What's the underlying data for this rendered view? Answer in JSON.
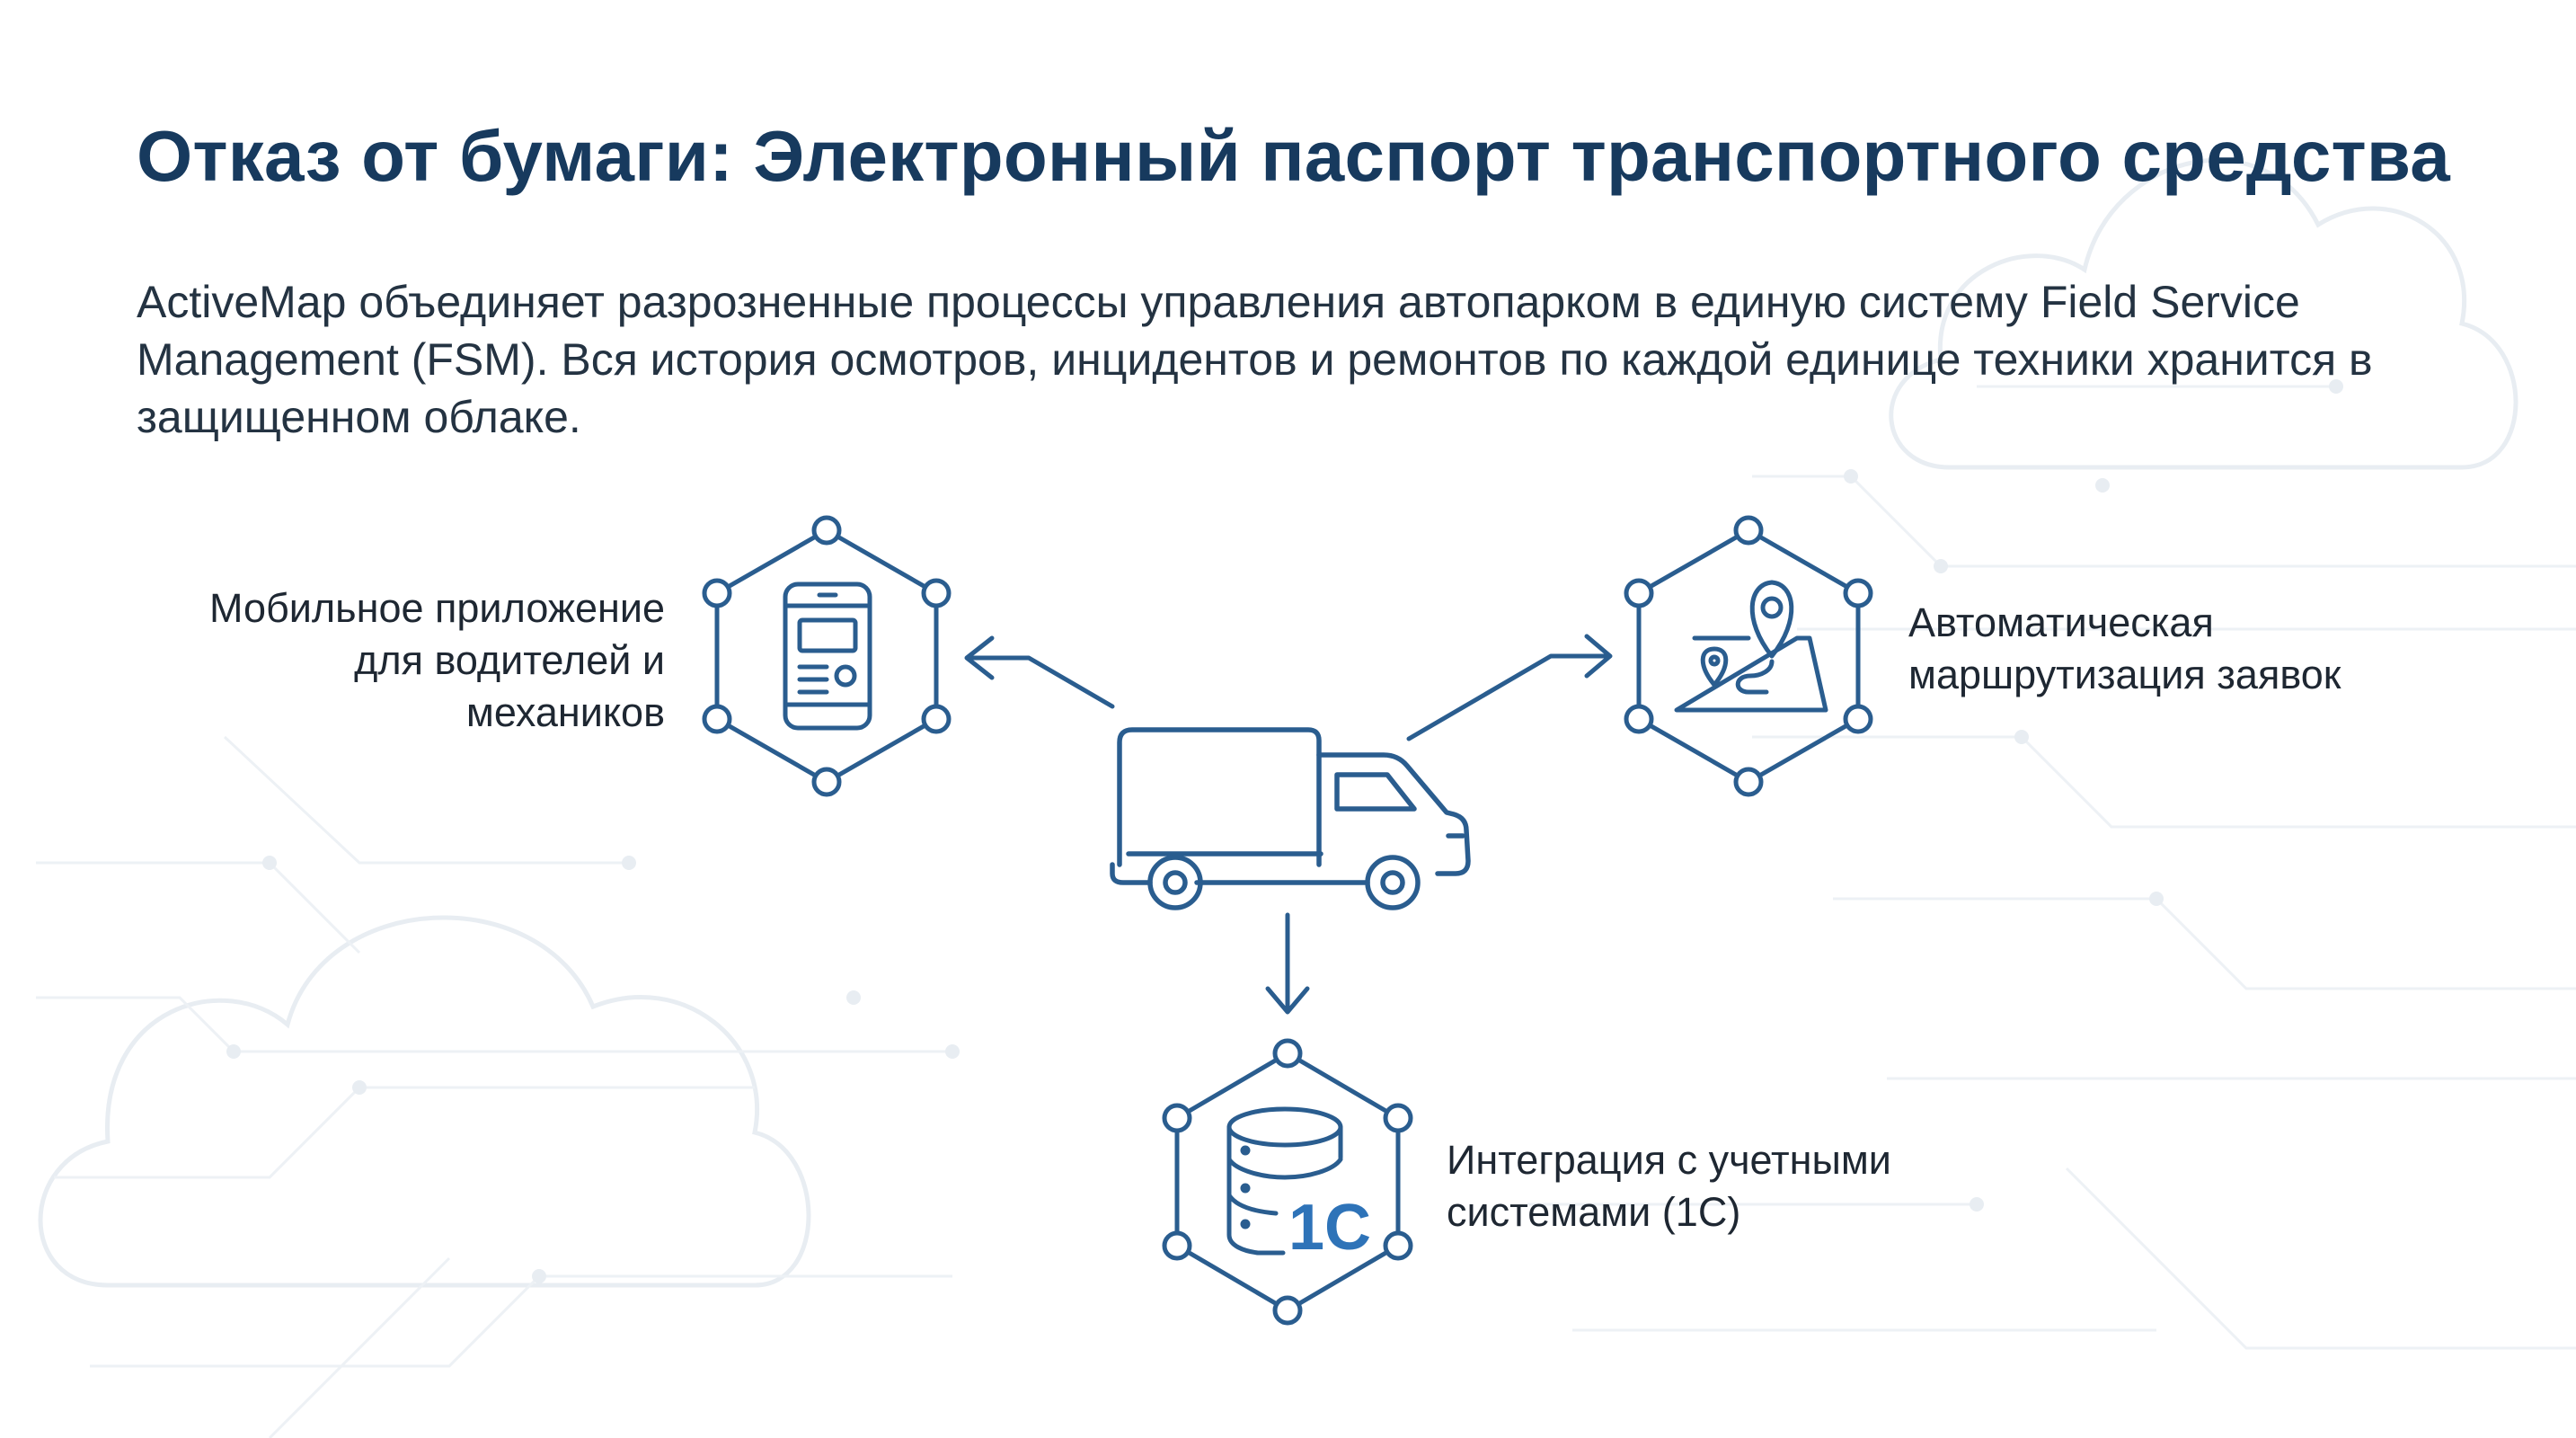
{
  "slide": {
    "title": "Отказ от бумаги: Электронный паспорт транспортного средства",
    "intro": "ActiveMap объединяет разрозненные процессы управления автопарком в единую систему Field Service Management (FSM). Вся история осмотров, инцидентов и ремонтов по каждой единице техники хранится в защищенном облаке."
  },
  "diagram": {
    "center": {
      "icon": "truck-icon"
    },
    "nodes": [
      {
        "id": "mobile",
        "icon": "smartphone-icon",
        "label": "Мобильное приложение\nдля водителей и\nмехаников"
      },
      {
        "id": "routing",
        "icon": "map-route-icon",
        "label": "Автоматическая\nмаршрутизация заявок"
      },
      {
        "id": "integration",
        "icon": "database-1c-icon",
        "icon_text": "1C",
        "label": "Интеграция с учетными\nсистемами (1С)"
      }
    ]
  },
  "colors": {
    "title": "#173a5e",
    "icon_stroke": "#2a5d8f",
    "icon_accent": "#2e73b8",
    "background_decor": "#e9eef3"
  }
}
